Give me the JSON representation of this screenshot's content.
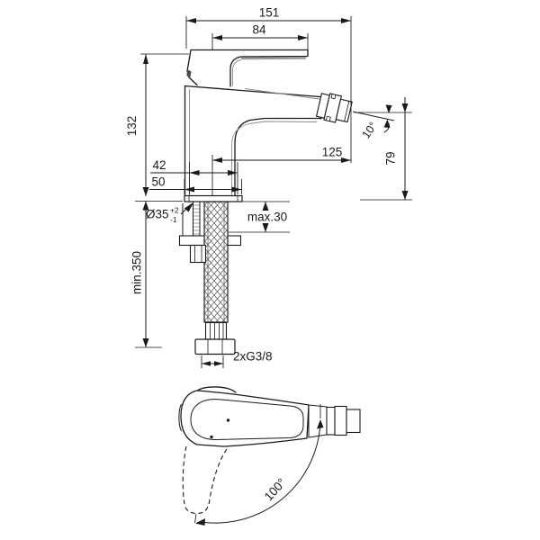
{
  "page": {
    "background": "#ffffff",
    "line_color": "#1a1a1a",
    "shading_color": "#9a9a9a"
  },
  "side_view": {
    "dims": {
      "total_length": "151",
      "handle_length": "84",
      "body_height": "132",
      "spout_reach": "125",
      "depth_42": "42",
      "depth_50": "50",
      "hole_diameter": "Ø35",
      "hole_tol_plus": "+2",
      "hole_tol_minus": "-1",
      "max_deck_thickness": "max.30",
      "min_hose_length": "min.350",
      "hose_thread": "2xG3/8",
      "spout_height": "79",
      "spout_angle": "10°"
    }
  },
  "top_view": {
    "swivel_angle": "100°"
  }
}
